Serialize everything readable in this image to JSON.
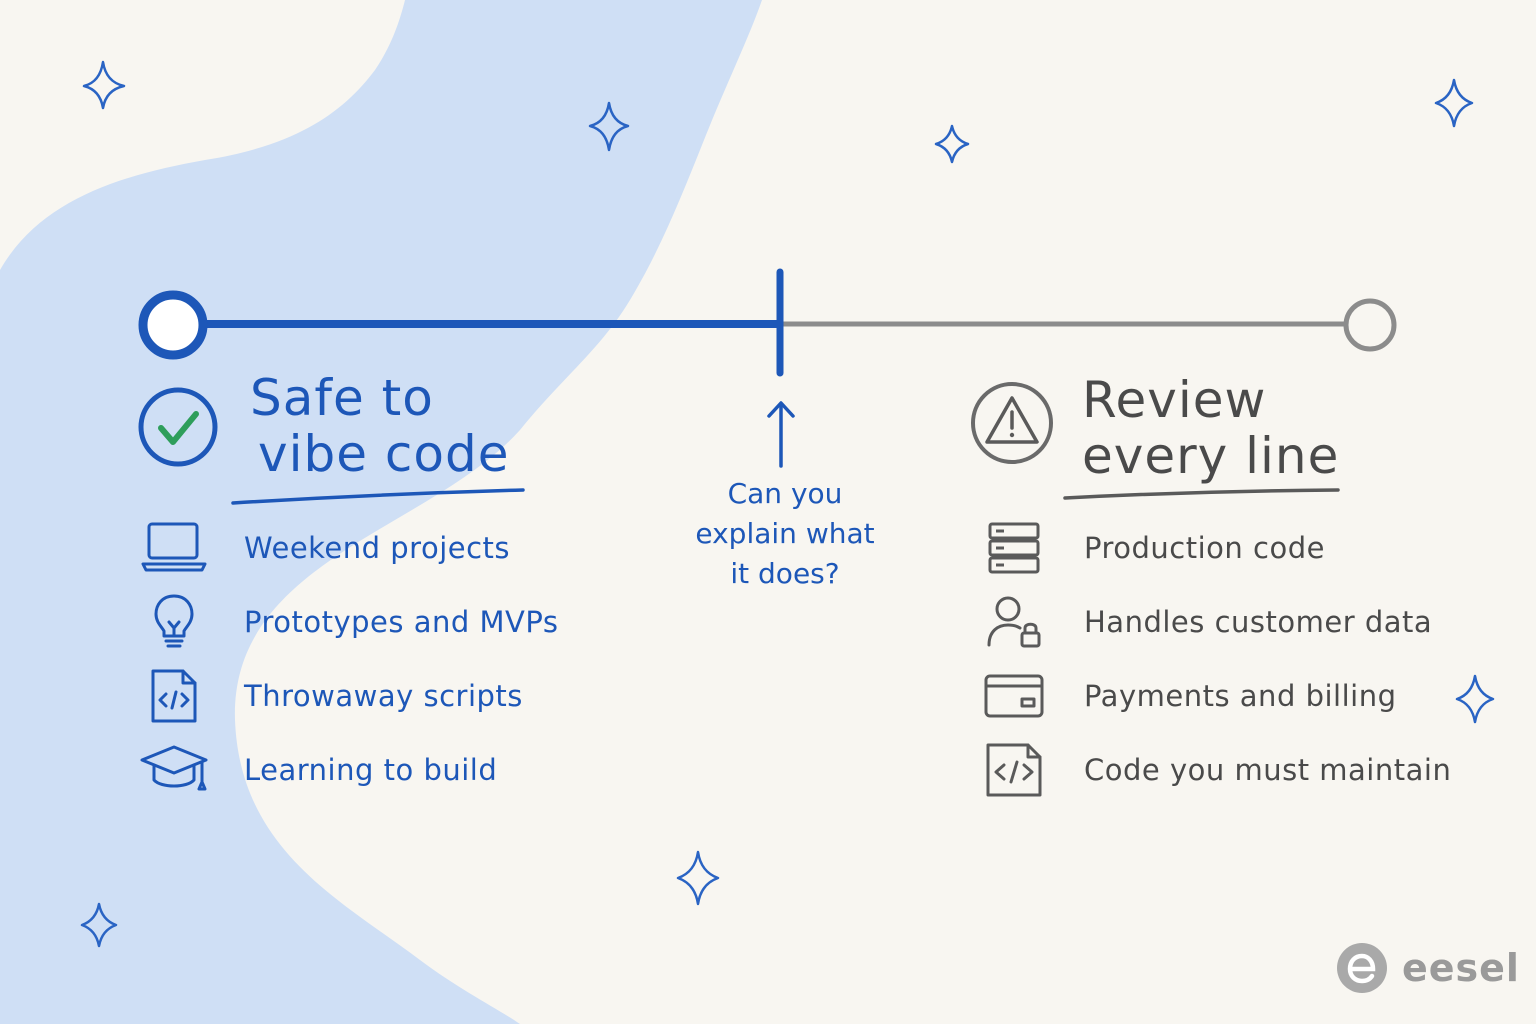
{
  "left": {
    "title_line1": "Safe to",
    "title_line2": "vibe code",
    "items": [
      {
        "label": "Weekend projects",
        "icon": "laptop-icon"
      },
      {
        "label": "Prototypes and MVPs",
        "icon": "lightbulb-icon"
      },
      {
        "label": "Throwaway scripts",
        "icon": "code-file-icon"
      },
      {
        "label": "Learning to build",
        "icon": "graduation-cap-icon"
      }
    ]
  },
  "right": {
    "title_line1": "Review",
    "title_line2": "every line",
    "items": [
      {
        "label": "Production code",
        "icon": "server-icon"
      },
      {
        "label": "Handles customer data",
        "icon": "user-lock-icon"
      },
      {
        "label": "Payments and billing",
        "icon": "credit-card-icon"
      },
      {
        "label": "Code you must maintain",
        "icon": "code-file-icon"
      }
    ]
  },
  "divider": {
    "question_line1": "Can you",
    "question_line2": "explain what",
    "question_line3": "it does?"
  },
  "brand": {
    "name": "eesel"
  },
  "colors": {
    "accent_blue": "#1d57b8",
    "neutral_gray": "#4a4a4a",
    "check_green": "#2e9e5b",
    "blob_blue": "#cddcf4",
    "background": "#f8f6f1"
  }
}
